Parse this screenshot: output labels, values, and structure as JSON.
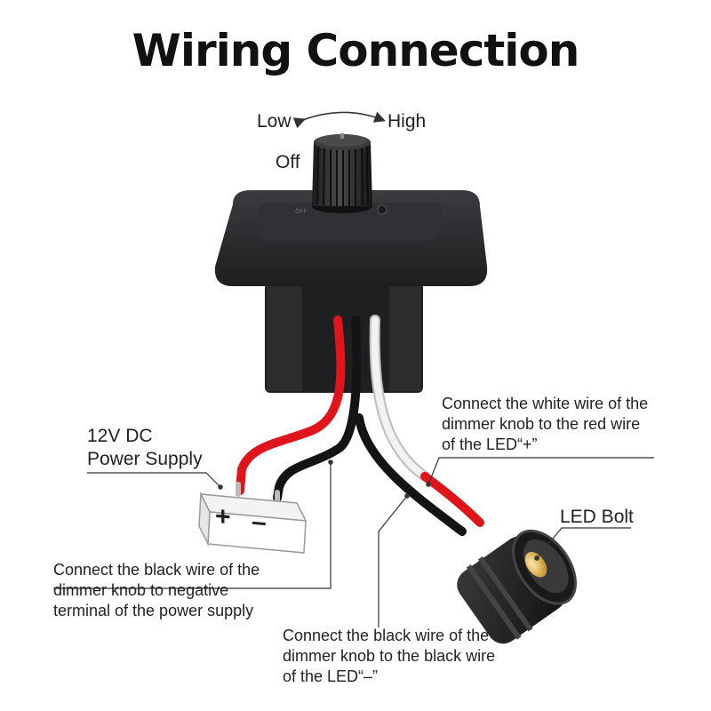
{
  "title": "Wiring Connection",
  "knob": {
    "low_label": "Low",
    "high_label": "High",
    "off_label": "Off"
  },
  "labels": {
    "power_supply": "12V DC\nPower Supply",
    "plus_sign": "+",
    "minus_sign": "–",
    "led_bolt": "LED Bolt",
    "white_wire_note": "Connect the white wire of the\ndimmer knob to the red wire\nof the LED“+”",
    "black_power_note": "Connect the black wire of the\ndimmer knob to negative\nterminal of the power supply",
    "black_led_note": "Connect the black wire of the\ndimmer knob to the black wire\nof the LED“–”"
  },
  "colors": {
    "wire_red": "#e0141b",
    "wire_black": "#141414",
    "wire_white": "#f2f2f2",
    "housing": "#222426",
    "led_warm": "#f4d27a"
  }
}
